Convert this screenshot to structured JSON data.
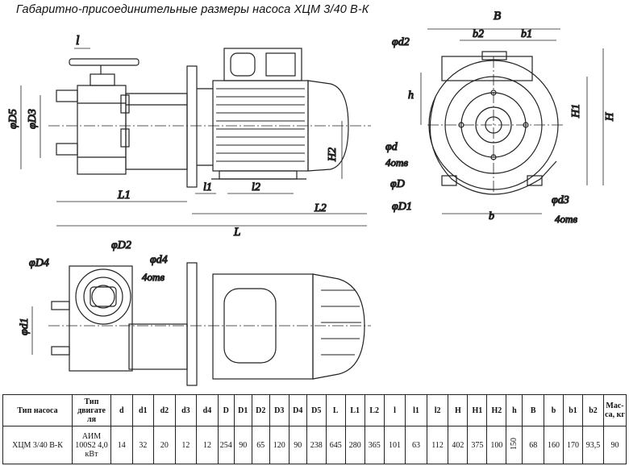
{
  "title": "Габаритно-присоединительные размеры насоса ХЦМ 3/40 В-К",
  "dims": {
    "l": "l",
    "D5": "φD5",
    "D3": "φD3",
    "L1": "L1",
    "L": "L",
    "l1": "l1",
    "l2": "l2",
    "L2": "L2",
    "H2": "H2",
    "B": "B",
    "d2": "φd2",
    "b2": "b2",
    "b1": "b1",
    "h": "h",
    "H1": "H1",
    "H": "H",
    "d": "φd",
    "holes": "4отв",
    "D": "φD",
    "D1": "φD1",
    "b": "b",
    "d3": "φd3",
    "holes2": "4отв",
    "D4": "φD4",
    "D2b": "φD2",
    "d4": "φd4",
    "holes3": "4отв",
    "d1": "φd1"
  },
  "table": {
    "headers": [
      "Тип насоса",
      "Тип двигате ля",
      "d",
      "d1",
      "d2",
      "d3",
      "d4",
      "D",
      "D1",
      "D2",
      "D3",
      "D4",
      "D5",
      "L",
      "L1",
      "L2",
      "l",
      "l1",
      "l2",
      "H",
      "H1",
      "H2",
      "h",
      "B",
      "b",
      "b1",
      "b2",
      "Мас-са, кг"
    ],
    "row": [
      "ХЦМ 3/40 В-К",
      "АИМ 100S2 4,0 кВт",
      "14",
      "32",
      "20",
      "12",
      "12",
      "254",
      "90",
      "65",
      "120",
      "90",
      "238",
      "645",
      "280",
      "365",
      "101",
      "63",
      "112",
      "402",
      "375",
      "100",
      "150",
      "68",
      "160",
      "170",
      "93,5",
      "90"
    ]
  }
}
